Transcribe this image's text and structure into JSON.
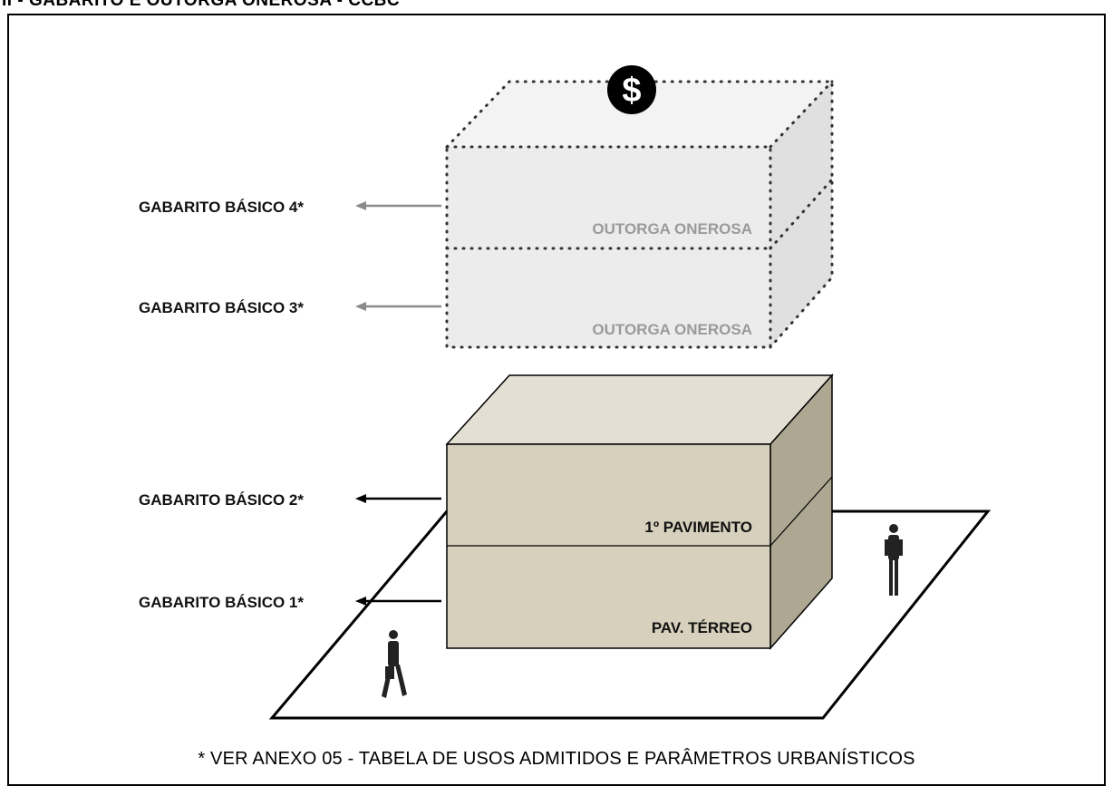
{
  "heading": "II - GABARITO E OUTORGA ONEROSA - CCBC",
  "labels": {
    "gabarito_4": "GABARITO BÁSICO 4*",
    "gabarito_3": "GABARITO BÁSICO 3*",
    "gabarito_2": "GABARITO BÁSICO 2*",
    "gabarito_1": "GABARITO BÁSICO 1*"
  },
  "floors": {
    "outorga_upper": "OUTORGA ONEROSA",
    "outorga_lower": "OUTORGA ONEROSA",
    "pavimento_1": "1º PAVIMENTO",
    "terreo": "PAV. TÉRREO"
  },
  "icon": {
    "name": "dollar-icon",
    "glyph": "$"
  },
  "footnote": "* VER ANEXO 05 - TABELA DE USOS ADMITIDOS E PARÂMETROS URBANÍSTICOS",
  "colors": {
    "building_front": "#d8d2c0",
    "building_top": "#e6e2d6",
    "building_side": "#b3ad98",
    "ghost_fill": "#efefef",
    "ghost_side": "#e2e2e2",
    "ghost_text": "#9a9a9a"
  }
}
